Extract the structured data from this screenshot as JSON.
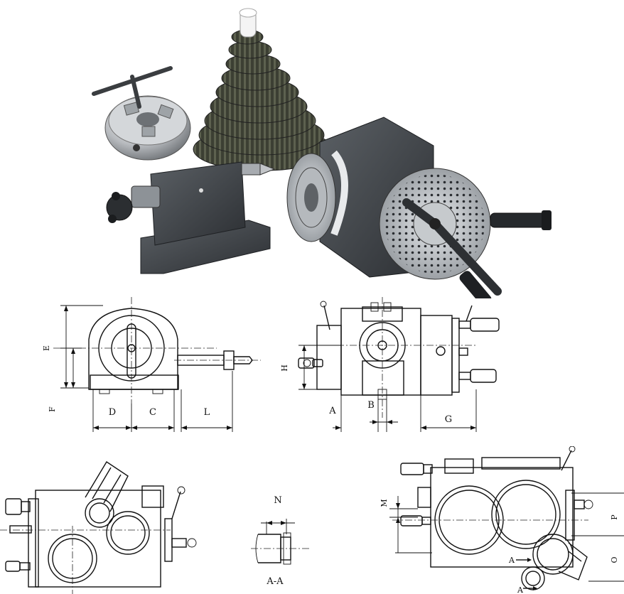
{
  "photo": {
    "items": [
      "three-jaw-chuck",
      "change-gear-set",
      "tailstock",
      "dividing-head"
    ]
  },
  "drawings": {
    "tailstock_dims": {
      "E": "E",
      "F": "F",
      "D": "D",
      "C": "C",
      "L": "L"
    },
    "front_view_dims": {
      "H": "H",
      "A": "A",
      "B": "B",
      "G": "G"
    },
    "section": {
      "N": "N",
      "caption": "A-A"
    },
    "tilted_view_dims": {
      "M": "M",
      "P": "P",
      "O": "O",
      "A1": "A",
      "A2": "A"
    }
  },
  "colors": {
    "line": "#111111",
    "background": "#ffffff"
  }
}
